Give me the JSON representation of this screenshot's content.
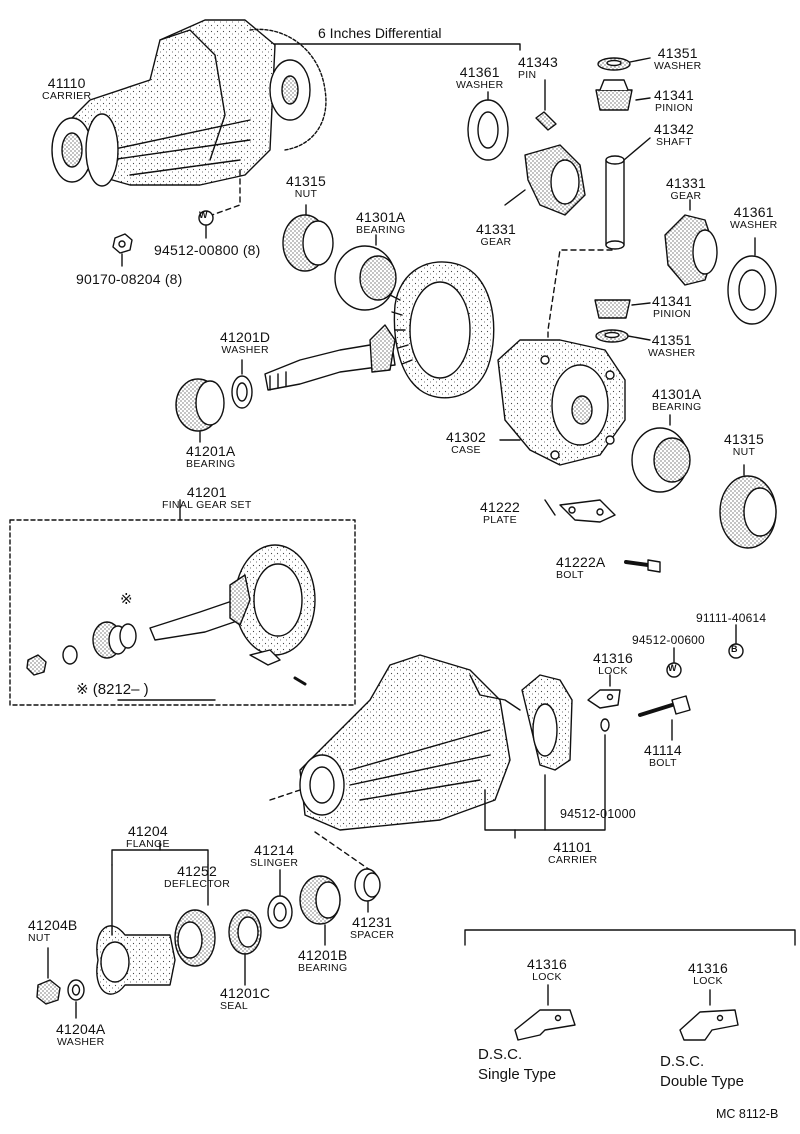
{
  "diagram": {
    "title": "6 Inches Differential",
    "code": "MC 8112-B",
    "parts": [
      {
        "number": "41110",
        "name": "CARRIER"
      },
      {
        "number": "41361",
        "name": "WASHER"
      },
      {
        "number": "41343",
        "name": "PIN"
      },
      {
        "number": "41351",
        "name": "WASHER"
      },
      {
        "number": "41341",
        "name": "PINION"
      },
      {
        "number": "41342",
        "name": "SHAFT"
      },
      {
        "number": "41315",
        "name": "NUT"
      },
      {
        "number": "41301A",
        "name": "BEARING"
      },
      {
        "number": "41331",
        "name": "GEAR"
      },
      {
        "number": "41331",
        "name": "GEAR"
      },
      {
        "number": "41361",
        "name": "WASHER"
      },
      {
        "number": "94512-00800 (8)",
        "name": ""
      },
      {
        "number": "90170-08204 (8)",
        "name": ""
      },
      {
        "number": "41201D",
        "name": "WASHER"
      },
      {
        "number": "41341",
        "name": "PINION"
      },
      {
        "number": "41351",
        "name": "WASHER"
      },
      {
        "number": "41301A",
        "name": "BEARING"
      },
      {
        "number": "41302",
        "name": "CASE"
      },
      {
        "number": "41201A",
        "name": "BEARING"
      },
      {
        "number": "41315",
        "name": "NUT"
      },
      {
        "number": "41201",
        "name": "FINAL GEAR SET"
      },
      {
        "number": "41222",
        "name": "PLATE"
      },
      {
        "number": "41222A",
        "name": "BOLT"
      },
      {
        "number": "91111-40614",
        "name": ""
      },
      {
        "number": "94512-00600",
        "name": ""
      },
      {
        "number": "41316",
        "name": "LOCK"
      },
      {
        "number": "41114",
        "name": "BOLT"
      },
      {
        "number": "94512-01000",
        "name": ""
      },
      {
        "number": "41101",
        "name": "CARRIER"
      },
      {
        "number": "41204",
        "name": "FLANGE"
      },
      {
        "number": "41252",
        "name": "DEFLECTOR"
      },
      {
        "number": "41214",
        "name": "SLINGER"
      },
      {
        "number": "41204B",
        "name": "NUT"
      },
      {
        "number": "41201C",
        "name": "SEAL"
      },
      {
        "number": "41201B",
        "name": "BEARING"
      },
      {
        "number": "41231",
        "name": "SPACER"
      },
      {
        "number": "41204A",
        "name": "WASHER"
      },
      {
        "number": "41316",
        "name": "LOCK"
      },
      {
        "number": "41316",
        "name": "LOCK"
      }
    ],
    "markers": {
      "washer_symbol": "W",
      "bolt_symbol": "B",
      "asterisk": "※"
    },
    "footnote": "※ (8212–      )",
    "variants": [
      {
        "line1": "D.S.C.",
        "line2": "Single Type"
      },
      {
        "line1": "D.S.C.",
        "line2": "Double Type"
      }
    ]
  }
}
